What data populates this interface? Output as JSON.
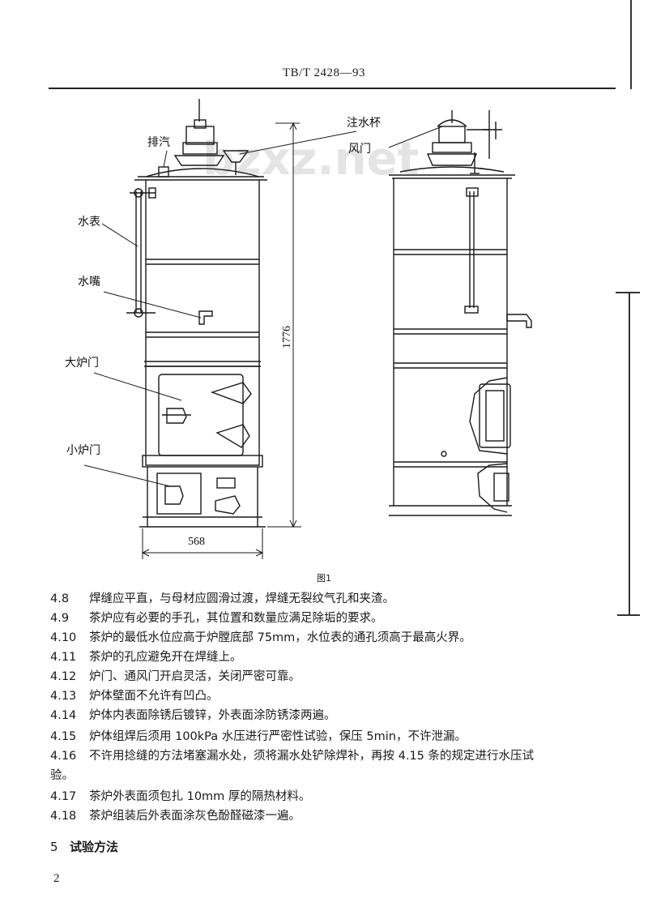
{
  "header": {
    "code": "TB/T 2428—93"
  },
  "figure": {
    "labels": {
      "exhaust": "排汽",
      "water_cup": "注水杯",
      "damper": "风门",
      "water_gauge": "水表",
      "water_tap": "水嘴",
      "large_door": "大炉门",
      "small_door": "小炉门"
    },
    "dimensions": {
      "height": "1776",
      "width": "568"
    },
    "watermark": "bzxz.net",
    "caption": "图1"
  },
  "clauses": [
    {
      "num": "4.8",
      "text": "焊缝应平直，与母材应圆滑过渡，焊缝无裂纹气孔和夹渣。"
    },
    {
      "num": "4.9",
      "text": "茶炉应有必要的手孔，其位置和数量应满足除垢的要求。"
    },
    {
      "num": "4.10",
      "text": "茶炉的最低水位应高于炉膛底部 75mm，水位表的通孔须高于最高火界。"
    },
    {
      "num": "4.11",
      "text": "茶炉的孔应避免开在焊缝上。"
    },
    {
      "num": "4.12",
      "text": "炉门、通风门开启灵活，关闭严密可靠。"
    },
    {
      "num": "4.13",
      "text": "炉体壁面不允许有凹凸。"
    },
    {
      "num": "4.14",
      "text": "炉体内表面除锈后镀锌，外表面涂防锈漆两遍。"
    },
    {
      "num": "4.15",
      "text": "炉体组焊后须用 100kPa 水压进行严密性试验，保压 5min，不许泄漏。"
    },
    {
      "num": "4.16",
      "text": "不许用捻缝的方法堵塞漏水处，须将漏水处铲除焊补，再按 4.15 条的规定进行水压试",
      "cont": "验。"
    },
    {
      "num": "4.17",
      "text": "茶炉外表面须包扎 10mm 厚的隔热材料。"
    },
    {
      "num": "4.18",
      "text": "茶炉组装后外表面涂灰色酚醛磁漆一遍。"
    }
  ],
  "section": {
    "num": "5",
    "title": "试验方法"
  },
  "page_number": "2"
}
